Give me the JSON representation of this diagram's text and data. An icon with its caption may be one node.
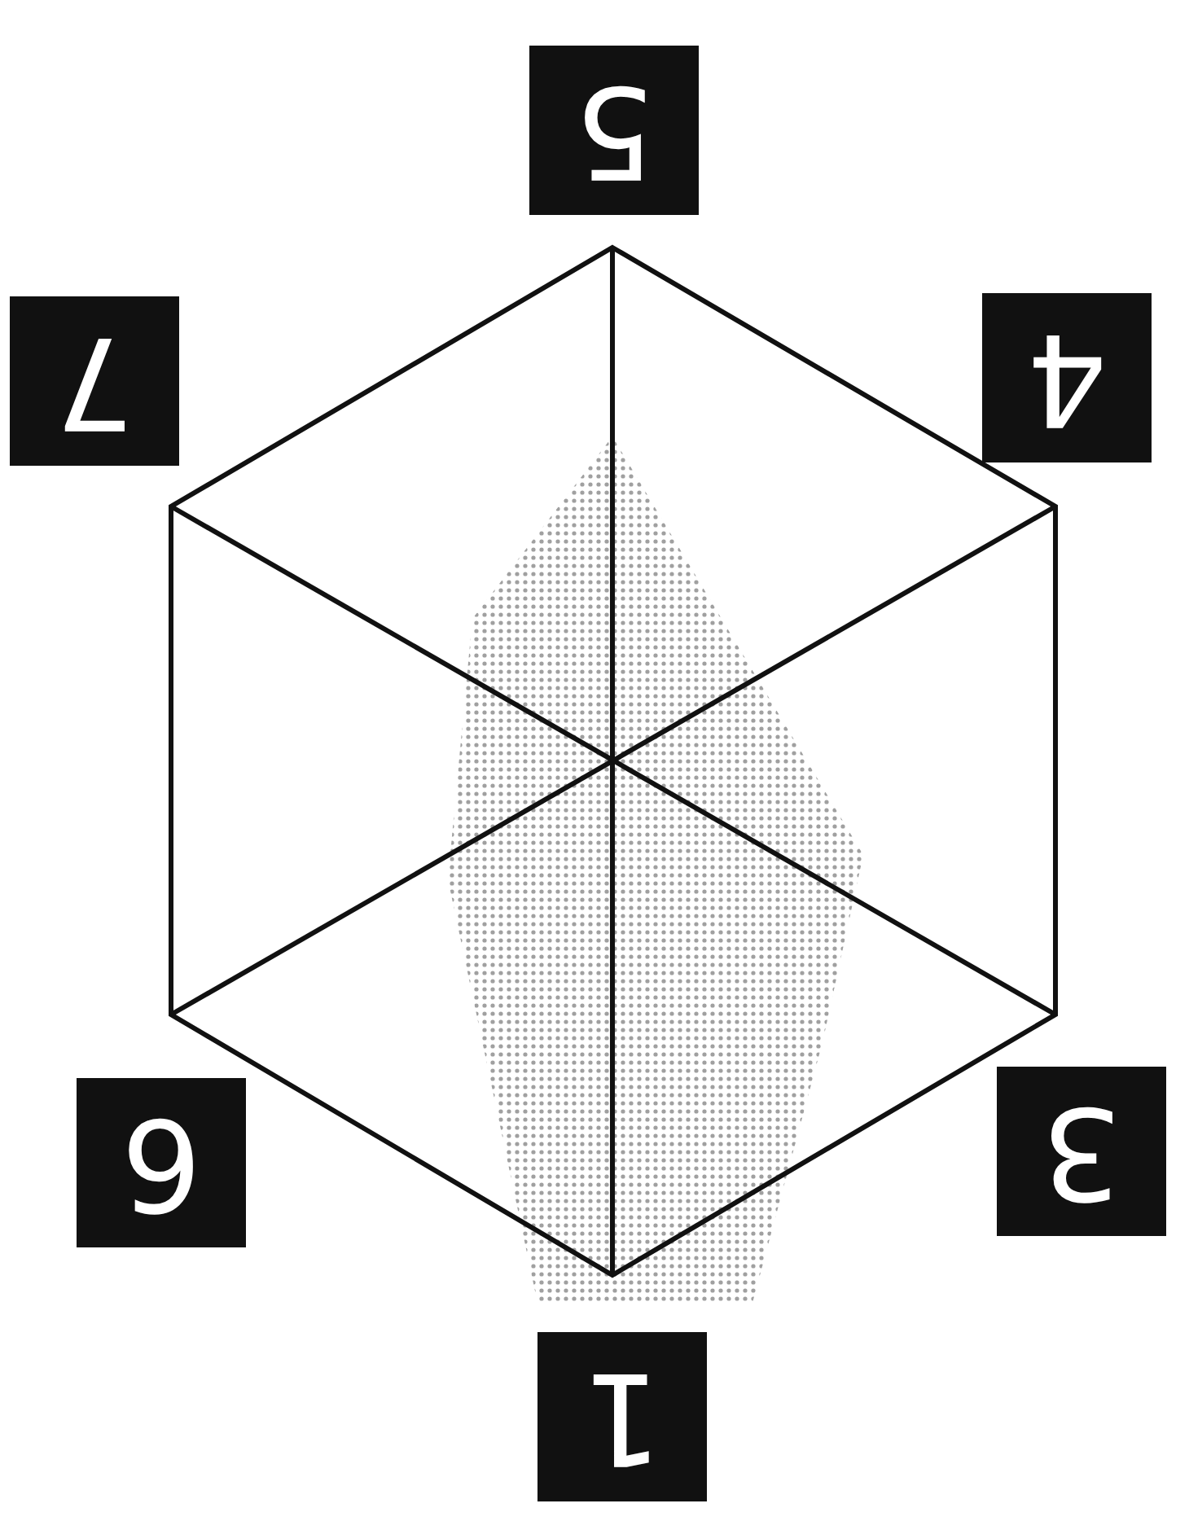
{
  "diagram": {
    "labels": [
      "5",
      "7",
      "4",
      "6",
      "3",
      "1"
    ]
  }
}
